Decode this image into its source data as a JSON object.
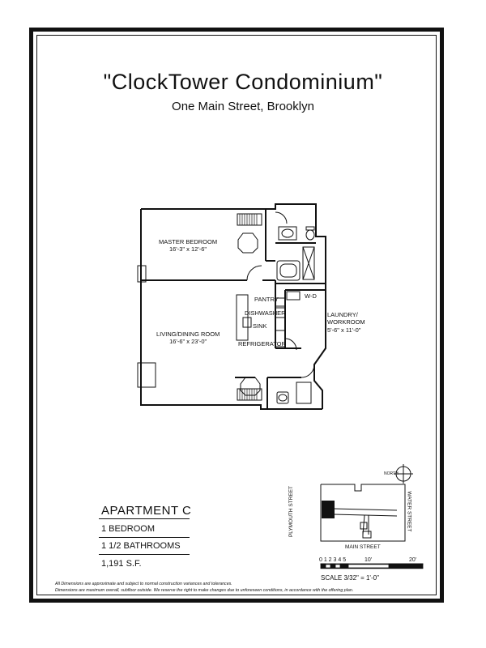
{
  "header": {
    "title": "\"ClockTower Condominium\"",
    "address": "One Main Street, Brooklyn"
  },
  "rooms": {
    "master_bedroom": {
      "name": "MASTER BEDROOM",
      "dims": "16'-3\" x 12'-6\""
    },
    "living_dining": {
      "name": "LIVING/DINING ROOM",
      "dims": "16'-6\" x 23'-0\""
    },
    "laundry": {
      "name_line1": "LAUNDRY/",
      "name_line2": "WORKROOM",
      "dims": "5'-6\" x 11'-0\""
    }
  },
  "fixtures": {
    "pantry": "PANTRY",
    "dishwasher": "DISHWASHER",
    "sink": "SINK",
    "refrigerator": "REFRIGERATOR",
    "washer_dryer": "W-D"
  },
  "apartment": {
    "name": "APARTMENT C",
    "bedrooms": "1 BEDROOM",
    "bathrooms": "1 1/2 BATHROOMS",
    "area": "1,191  S.F."
  },
  "site_plan": {
    "north": "NORTH",
    "street_west": "PLYMOUTH STREET",
    "street_east": "WATER STREET",
    "street_south": "MAIN STREET"
  },
  "scale": {
    "ticks": "0 1 2 3 4 5",
    "mark_10": "10'",
    "mark_20": "20'",
    "text": "SCALE 3/32\" = 1'-0\""
  },
  "disclaimer": {
    "line1": "All Dimensions are approximate and subject to normal construction variances and tolerances.",
    "line2": "Dimensions are maximum overall, subfloor outside.   We reserve the right to make changes due to unforeseen conditions, in accordance with the offering plan."
  }
}
